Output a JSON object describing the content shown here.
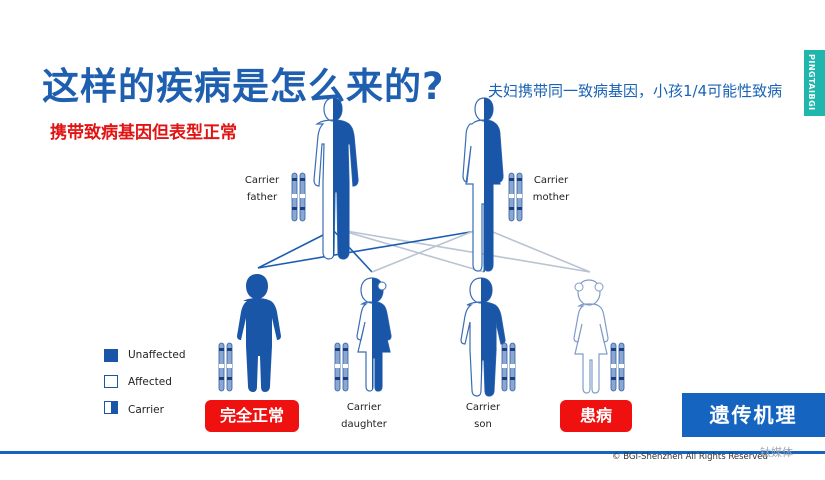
{
  "slide": {
    "title": "这样的疾病是怎么来的?",
    "subtitle": "夫妇携带同一致病基因，小孩1/4可能性致病",
    "red_note": "携带致病基因但表型正常",
    "side_tab": "PINGTAIBGI",
    "banner": "遗传机理",
    "copyright": "© BGI-Shenzhen All Rights Reserved",
    "watermark": "钛媒体"
  },
  "parents": {
    "father": {
      "line1": "Carrier",
      "line2": "father"
    },
    "mother": {
      "line1": "Carrier",
      "line2": "mother"
    }
  },
  "children": {
    "normal_badge": "完全正常",
    "daughter": {
      "line1": "Carrier",
      "line2": "daughter"
    },
    "son": {
      "line1": "Carrier",
      "line2": "son"
    },
    "affected_badge": "患病"
  },
  "legend": {
    "items": [
      {
        "label": "Unaffected"
      },
      {
        "label": "Affected"
      },
      {
        "label": "Carrier"
      }
    ]
  },
  "colors": {
    "accent": "#1565c0",
    "title": "#1f5fb0",
    "alert": "#ef1010",
    "teal": "#1fb6ad"
  }
}
